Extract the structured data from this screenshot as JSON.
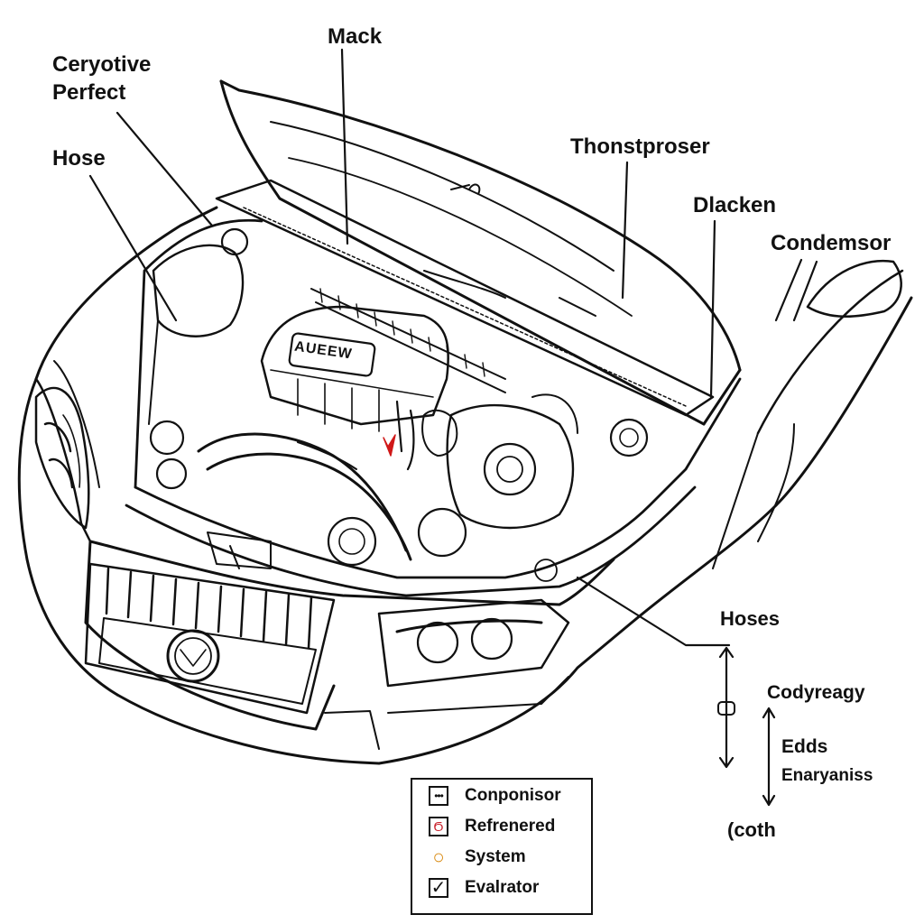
{
  "labels": {
    "top_left_line1": "Ceryotive",
    "top_left_line2": "Perfect",
    "hose": "Hose",
    "mack": "Mack",
    "thonstproser": "Thonstproser",
    "dlacken": "Dlacken",
    "condemsor": "Condemsor",
    "hoses": "Hoses",
    "codyreagy": "Codyreagy",
    "edds": "Edds",
    "enaryaniss": "Enaryaniss",
    "coth": "(coth",
    "engine_badge": "AUEEW"
  },
  "legend": {
    "items": [
      {
        "symbol": "•••",
        "icon": "dots-icon",
        "label": "Conponisor"
      },
      {
        "symbol": "Ϭ",
        "icon": "red-swirl-icon",
        "label": "Refrenered",
        "color": "#c8202a"
      },
      {
        "symbol": "○",
        "icon": "orange-circle-icon",
        "label": "System",
        "color": "#d98a10"
      },
      {
        "symbol": "✓",
        "icon": "checkmark-icon",
        "label": "Evalrator"
      }
    ]
  },
  "colors": {
    "ink": "#111111",
    "accent_red": "#d01818",
    "accent_orange": "#d98a10",
    "background": "#ffffff"
  }
}
